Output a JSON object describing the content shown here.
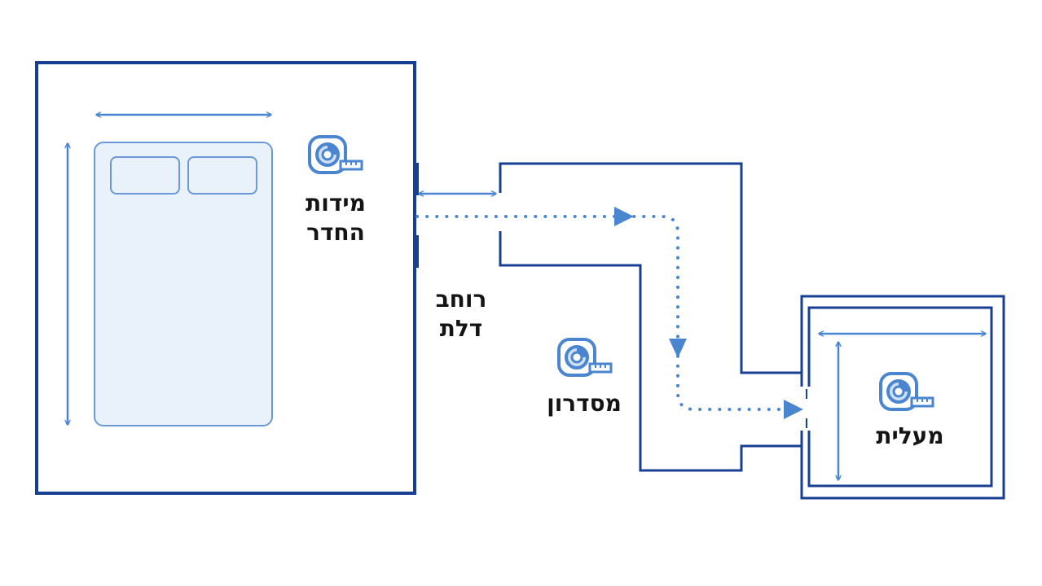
{
  "colors": {
    "wall": "#173f94",
    "accent": "#4a86d0",
    "bed_fill": "#e9f1fb",
    "bed_stroke": "#6a99d6",
    "text": "#141414"
  },
  "labels": {
    "room": [
      "מידות",
      "החדר"
    ],
    "door": [
      "רוחב",
      "דלת"
    ],
    "corridor": "מסדרון",
    "elevator": "מעלית"
  },
  "icons": [
    "tape-measure-icon",
    "tape-measure-icon",
    "tape-measure-icon"
  ]
}
